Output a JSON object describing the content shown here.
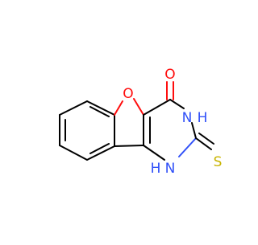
{
  "molecule": {
    "atoms": {
      "O_ring": "O",
      "O_carbonyl": "O",
      "NH_top": "H",
      "N_top": "N",
      "N_bottom": "N",
      "NH_bottom": "H",
      "S": "S"
    },
    "colors": {
      "bond": "#000000",
      "oxygen": "#ff0d0d",
      "nitrogen": "#3050f8",
      "sulfur": "#c8b400"
    }
  }
}
